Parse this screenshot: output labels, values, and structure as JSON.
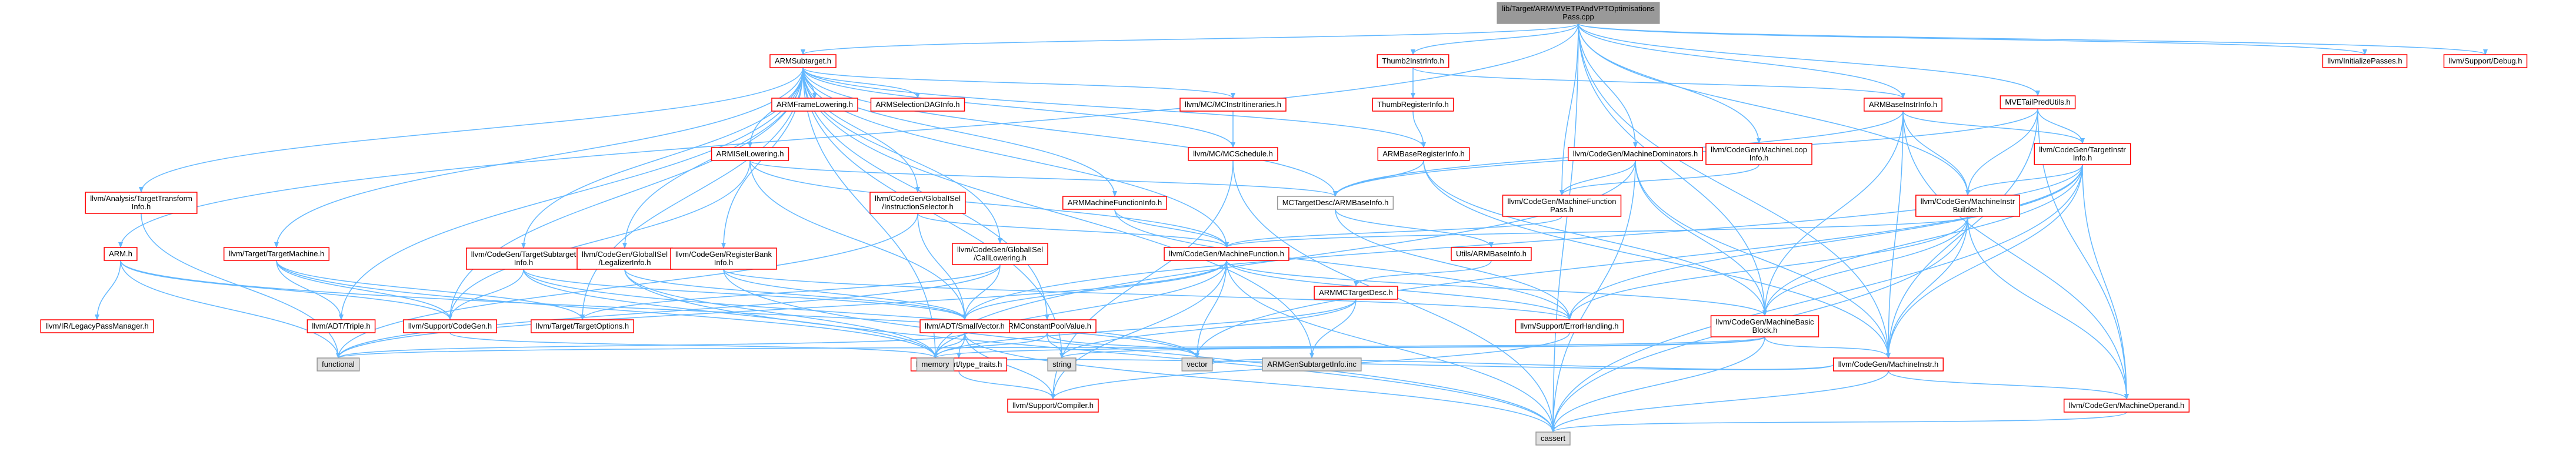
{
  "graph": {
    "type": "include-dependency-graph",
    "colors": {
      "root_fill": "#999999",
      "default_fill": "#ffffff",
      "missing_fill": "#e0e0e0",
      "red_border": "#ff0000",
      "gray_border": "#999999",
      "edge": "#63b8ff"
    },
    "nodes": [
      {
        "id": "root",
        "lines": [
          "lib/Target/ARM/MVETPAndVPTOptimisations",
          "Pass.cpp"
        ],
        "style": "root"
      },
      {
        "id": "armsubtarget",
        "lines": [
          "ARMSubtarget.h"
        ],
        "style": "red"
      },
      {
        "id": "thumb2instrinfo",
        "lines": [
          "Thumb2InstrInfo.h"
        ],
        "style": "red"
      },
      {
        "id": "mvetailpred",
        "lines": [
          "MVETailPredUtils.h"
        ],
        "style": "red"
      },
      {
        "id": "initializepasses",
        "lines": [
          "llvm/InitializePasses.h"
        ],
        "style": "red"
      },
      {
        "id": "supportdebug",
        "lines": [
          "llvm/Support/Debug.h"
        ],
        "style": "red"
      },
      {
        "id": "armh",
        "lines": [
          "ARM.h"
        ],
        "style": "red"
      },
      {
        "id": "analysistti",
        "lines": [
          "llvm/Analysis/TargetTransform",
          "Info.h"
        ],
        "style": "red"
      },
      {
        "id": "targetmachine",
        "lines": [
          "llvm/Target/TargetMachine.h"
        ],
        "style": "red"
      },
      {
        "id": "cgtargetsubtarget",
        "lines": [
          "llvm/CodeGen/TargetSubtarget",
          "Info.h"
        ],
        "style": "red"
      },
      {
        "id": "globalisellegalizer",
        "lines": [
          "llvm/CodeGen/GlobalISel",
          "/LegalizerInfo.h"
        ],
        "style": "red"
      },
      {
        "id": "registerbankinfo",
        "lines": [
          "llvm/CodeGen/RegisterBank",
          "Info.h"
        ],
        "style": "red"
      },
      {
        "id": "armisellowering",
        "lines": [
          "ARMISelLowering.h"
        ],
        "style": "red"
      },
      {
        "id": "armframelowering",
        "lines": [
          "ARMFrameLowering.h"
        ],
        "style": "red"
      },
      {
        "id": "armselectiondag",
        "lines": [
          "ARMSelectionDAGInfo.h"
        ],
        "style": "red"
      },
      {
        "id": "mcinstrit",
        "lines": [
          "llvm/MC/MCInstrItineraries.h"
        ],
        "style": "red"
      },
      {
        "id": "mcschedule",
        "lines": [
          "llvm/MC/MCSchedule.h"
        ],
        "style": "red"
      },
      {
        "id": "instructionselector",
        "lines": [
          "llvm/CodeGen/GlobalISel",
          "/InstructionSelector.h"
        ],
        "style": "red"
      },
      {
        "id": "calllowering",
        "lines": [
          "llvm/CodeGen/GlobalISel",
          "/CallLowering.h"
        ],
        "style": "red"
      },
      {
        "id": "armmachinefunctioninfo",
        "lines": [
          "ARMMachineFunctionInfo.h"
        ],
        "style": "red"
      },
      {
        "id": "armconstantpool",
        "lines": [
          "ARMConstantPoolValue.h"
        ],
        "style": "red"
      },
      {
        "id": "thumb2reginfo",
        "lines": [
          "ThumbRegisterInfo.h"
        ],
        "style": "red"
      },
      {
        "id": "armbaseinstrinfo",
        "lines": [
          "ARMBaseInstrInfo.h"
        ],
        "style": "red"
      },
      {
        "id": "armbasereginfo",
        "lines": [
          "ARMBaseRegisterInfo.h"
        ],
        "style": "red"
      },
      {
        "id": "mctargetdesc",
        "lines": [
          "MCTargetDesc/ARMBaseInfo.h"
        ],
        "style": "gray"
      },
      {
        "id": "utilsarmbaseinfo",
        "lines": [
          "Utils/ARMBaseInfo.h"
        ],
        "style": "red"
      },
      {
        "id": "armmctargetdesc",
        "lines": [
          "ARMMCTargetDesc.h"
        ],
        "style": "red"
      },
      {
        "id": "machinedominators",
        "lines": [
          "llvm/CodeGen/MachineDominators.h"
        ],
        "style": "red"
      },
      {
        "id": "machinefunctionpass",
        "lines": [
          "llvm/CodeGen/MachineFunction",
          "Pass.h"
        ],
        "style": "red"
      },
      {
        "id": "machinefunction",
        "lines": [
          "llvm/CodeGen/MachineFunction.h"
        ],
        "style": "red"
      },
      {
        "id": "machineloopinfo",
        "lines": [
          "llvm/CodeGen/MachineLoop",
          "Info.h"
        ],
        "style": "red"
      },
      {
        "id": "targetinstrinfo",
        "lines": [
          "llvm/CodeGen/TargetInstr",
          "Info.h"
        ],
        "style": "red"
      },
      {
        "id": "machineinstrbuilder",
        "lines": [
          "llvm/CodeGen/MachineInstr",
          "Builder.h"
        ],
        "style": "red"
      },
      {
        "id": "machinebasicblock",
        "lines": [
          "llvm/CodeGen/MachineBasic",
          "Block.h"
        ],
        "style": "red"
      },
      {
        "id": "machineinstr",
        "lines": [
          "llvm/CodeGen/MachineInstr.h"
        ],
        "style": "red"
      },
      {
        "id": "machineoperand",
        "lines": [
          "llvm/CodeGen/MachineOperand.h"
        ],
        "style": "red"
      },
      {
        "id": "legacypassmanager",
        "lines": [
          "llvm/IR/LegacyPassManager.h"
        ],
        "style": "red"
      },
      {
        "id": "adttriple",
        "lines": [
          "llvm/ADT/Triple.h"
        ],
        "style": "red"
      },
      {
        "id": "supportcodegen",
        "lines": [
          "llvm/Support/CodeGen.h"
        ],
        "style": "red"
      },
      {
        "id": "targetoptions",
        "lines": [
          "llvm/Target/TargetOptions.h"
        ],
        "style": "red"
      },
      {
        "id": "smallvector",
        "lines": [
          "llvm/ADT/SmallVector.h"
        ],
        "style": "red"
      },
      {
        "id": "errorhandling",
        "lines": [
          "llvm/Support/ErrorHandling.h"
        ],
        "style": "red"
      },
      {
        "id": "typetraits",
        "lines": [
          "llvm/Support/type_traits.h"
        ],
        "style": "red"
      },
      {
        "id": "compiler",
        "lines": [
          "llvm/Support/Compiler.h"
        ],
        "style": "red"
      },
      {
        "id": "functional",
        "lines": [
          "functional"
        ],
        "style": "missing"
      },
      {
        "id": "memory",
        "lines": [
          "memory"
        ],
        "style": "missing"
      },
      {
        "id": "string",
        "lines": [
          "string"
        ],
        "style": "missing"
      },
      {
        "id": "vector",
        "lines": [
          "vector"
        ],
        "style": "missing"
      },
      {
        "id": "armgensubtarget",
        "lines": [
          "ARMGenSubtargetInfo.inc"
        ],
        "style": "missing"
      },
      {
        "id": "cassert",
        "lines": [
          "cassert"
        ],
        "style": "missing"
      }
    ],
    "edges": [
      [
        "root",
        "armsubtarget"
      ],
      [
        "root",
        "thumb2instrinfo"
      ],
      [
        "root",
        "mvetailpred"
      ],
      [
        "root",
        "initializepasses"
      ],
      [
        "root",
        "supportdebug"
      ],
      [
        "root",
        "armh"
      ],
      [
        "root",
        "armbaseinstrinfo"
      ],
      [
        "root",
        "machinedominators"
      ],
      [
        "root",
        "machinefunctionpass"
      ],
      [
        "root",
        "machineloopinfo"
      ],
      [
        "root",
        "machinebasicblock"
      ],
      [
        "root",
        "machineinstr"
      ],
      [
        "root",
        "machineinstrbuilder"
      ],
      [
        "root",
        "cassert"
      ],
      [
        "armsubtarget",
        "armframelowering"
      ],
      [
        "armsubtarget",
        "armselectiondag"
      ],
      [
        "armsubtarget",
        "mcinstrit"
      ],
      [
        "armsubtarget",
        "mcschedule"
      ],
      [
        "armsubtarget",
        "armisellowering"
      ],
      [
        "armsubtarget",
        "analysistti"
      ],
      [
        "armsubtarget",
        "targetmachine"
      ],
      [
        "armsubtarget",
        "cgtargetsubtarget"
      ],
      [
        "armsubtarget",
        "globalisellegalizer"
      ],
      [
        "armsubtarget",
        "registerbankinfo"
      ],
      [
        "armsubtarget",
        "instructionselector"
      ],
      [
        "armsubtarget",
        "calllowering"
      ],
      [
        "armsubtarget",
        "armmachinefunctioninfo"
      ],
      [
        "armsubtarget",
        "armconstantpool"
      ],
      [
        "armsubtarget",
        "armbasereginfo"
      ],
      [
        "armsubtarget",
        "mctargetdesc"
      ],
      [
        "armsubtarget",
        "machinefunction"
      ],
      [
        "armsubtarget",
        "targetoptions"
      ],
      [
        "armsubtarget",
        "supportcodegen"
      ],
      [
        "armsubtarget",
        "memory"
      ],
      [
        "armsubtarget",
        "string"
      ],
      [
        "armsubtarget",
        "armgensubtarget"
      ],
      [
        "armsubtarget",
        "adttriple"
      ],
      [
        "thumb2instrinfo",
        "armbaseinstrinfo"
      ],
      [
        "thumb2instrinfo",
        "thumb2reginfo"
      ],
      [
        "thumb2reginfo",
        "armbasereginfo"
      ],
      [
        "armbaseinstrinfo",
        "targetinstrinfo"
      ],
      [
        "armbaseinstrinfo",
        "machineinstrbuilder"
      ],
      [
        "armbaseinstrinfo",
        "mctargetdesc"
      ],
      [
        "armbaseinstrinfo",
        "machinebasicblock"
      ],
      [
        "armbaseinstrinfo",
        "machineinstr"
      ],
      [
        "armbaseinstrinfo",
        "machineoperand"
      ],
      [
        "armbasereginfo",
        "mctargetdesc"
      ],
      [
        "armbasereginfo",
        "machinebasicblock"
      ],
      [
        "armbasereginfo",
        "machineinstr"
      ],
      [
        "mvetailpred",
        "targetinstrinfo"
      ],
      [
        "mvetailpred",
        "machineinstrbuilder"
      ],
      [
        "mvetailpred",
        "machineinstr"
      ],
      [
        "mvetailpred",
        "machineoperand"
      ],
      [
        "mvetailpred",
        "mctargetdesc"
      ],
      [
        "mctargetdesc",
        "utilsarmbaseinfo"
      ],
      [
        "mctargetdesc",
        "errorhandling"
      ],
      [
        "utilsarmbaseinfo",
        "armmctargetdesc"
      ],
      [
        "armmctargetdesc",
        "memory"
      ],
      [
        "armmctargetdesc",
        "armgensubtarget"
      ],
      [
        "armmctargetdesc",
        "string"
      ],
      [
        "armh",
        "legacypassmanager"
      ],
      [
        "armh",
        "supportcodegen"
      ],
      [
        "armh",
        "functional"
      ],
      [
        "armh",
        "vector"
      ],
      [
        "targetmachine",
        "adttriple"
      ],
      [
        "targetmachine",
        "supportcodegen"
      ],
      [
        "targetmachine",
        "targetoptions"
      ],
      [
        "targetmachine",
        "memory"
      ],
      [
        "cgtargetsubtarget",
        "smallvector"
      ],
      [
        "cgtargetsubtarget",
        "supportcodegen"
      ],
      [
        "cgtargetsubtarget",
        "memory"
      ],
      [
        "cgtargetsubtarget",
        "vector"
      ],
      [
        "globalisellegalizer",
        "smallvector"
      ],
      [
        "globalisellegalizer",
        "cassert"
      ],
      [
        "globalisellegalizer",
        "memory"
      ],
      [
        "registerbankinfo",
        "smallvector"
      ],
      [
        "registerbankinfo",
        "errorhandling"
      ],
      [
        "registerbankinfo",
        "cassert"
      ],
      [
        "armisellowering",
        "machinefunction"
      ],
      [
        "armisellowering",
        "supportcodegen"
      ],
      [
        "armisellowering",
        "smallvector"
      ],
      [
        "armisellowering",
        "mctargetdesc"
      ],
      [
        "mcinstrit",
        "mcschedule"
      ],
      [
        "mcschedule",
        "compiler"
      ],
      [
        "mcschedule",
        "cassert"
      ],
      [
        "instructionselector",
        "smallvector"
      ],
      [
        "instructionselector",
        "machinefunction"
      ],
      [
        "instructionselector",
        "functional"
      ],
      [
        "calllowering",
        "smallvector"
      ],
      [
        "calllowering",
        "targetoptions"
      ],
      [
        "calllowering",
        "functional"
      ],
      [
        "armmachinefunctioninfo",
        "machinefunction"
      ],
      [
        "armmachinefunctioninfo",
        "errorhandling"
      ],
      [
        "armconstantpool",
        "memory"
      ],
      [
        "armconstantpool",
        "string"
      ],
      [
        "armconstantpool",
        "vector"
      ],
      [
        "machinedominators",
        "machinefunctionpass"
      ],
      [
        "machinedominators",
        "machinebasicblock"
      ],
      [
        "machinedominators",
        "machineinstr"
      ],
      [
        "machinedominators",
        "cassert"
      ],
      [
        "machinedominators",
        "memory"
      ],
      [
        "machinefunctionpass",
        "machinefunction"
      ],
      [
        "machineloopinfo",
        "machinefunctionpass"
      ],
      [
        "machinefunction",
        "smallvector"
      ],
      [
        "machinefunction",
        "machinebasicblock"
      ],
      [
        "machinefunction",
        "errorhandling"
      ],
      [
        "machinefunction",
        "compiler"
      ],
      [
        "machinefunction",
        "functional"
      ],
      [
        "machinefunction",
        "memory"
      ],
      [
        "machinefunction",
        "vector"
      ],
      [
        "machinefunction",
        "cassert"
      ],
      [
        "targetinstrinfo",
        "machinebasicblock"
      ],
      [
        "targetinstrinfo",
        "machineinstr"
      ],
      [
        "targetinstrinfo",
        "machineinstrbuilder"
      ],
      [
        "targetinstrinfo",
        "machineoperand"
      ],
      [
        "targetinstrinfo",
        "errorhandling"
      ],
      [
        "targetinstrinfo",
        "smallvector"
      ],
      [
        "targetinstrinfo",
        "cassert"
      ],
      [
        "targetinstrinfo",
        "vector"
      ],
      [
        "machineinstrbuilder",
        "machinebasicblock"
      ],
      [
        "machineinstrbuilder",
        "machineinstr"
      ],
      [
        "machineinstrbuilder",
        "machineoperand"
      ],
      [
        "machineinstrbuilder",
        "machinefunction"
      ],
      [
        "machineinstrbuilder",
        "errorhandling"
      ],
      [
        "machineinstrbuilder",
        "cassert"
      ],
      [
        "machinebasicblock",
        "machineinstr"
      ],
      [
        "machinebasicblock",
        "functional"
      ],
      [
        "machinebasicblock",
        "string"
      ],
      [
        "machinebasicblock",
        "cassert"
      ],
      [
        "machinebasicblock",
        "memory"
      ],
      [
        "machineinstr",
        "machineoperand"
      ],
      [
        "machineinstr",
        "cassert"
      ],
      [
        "machineinstr",
        "memory"
      ],
      [
        "machineinstr",
        "vector"
      ],
      [
        "machineoperand",
        "cassert"
      ],
      [
        "smallvector",
        "typetraits"
      ],
      [
        "smallvector",
        "compiler"
      ],
      [
        "smallvector",
        "functional"
      ],
      [
        "smallvector",
        "memory"
      ],
      [
        "smallvector",
        "cassert"
      ],
      [
        "typetraits",
        "compiler"
      ],
      [
        "errorhandling",
        "compiler"
      ],
      [
        "analysistti",
        "functional"
      ],
      [
        "supportcodegen",
        "memory"
      ]
    ]
  }
}
